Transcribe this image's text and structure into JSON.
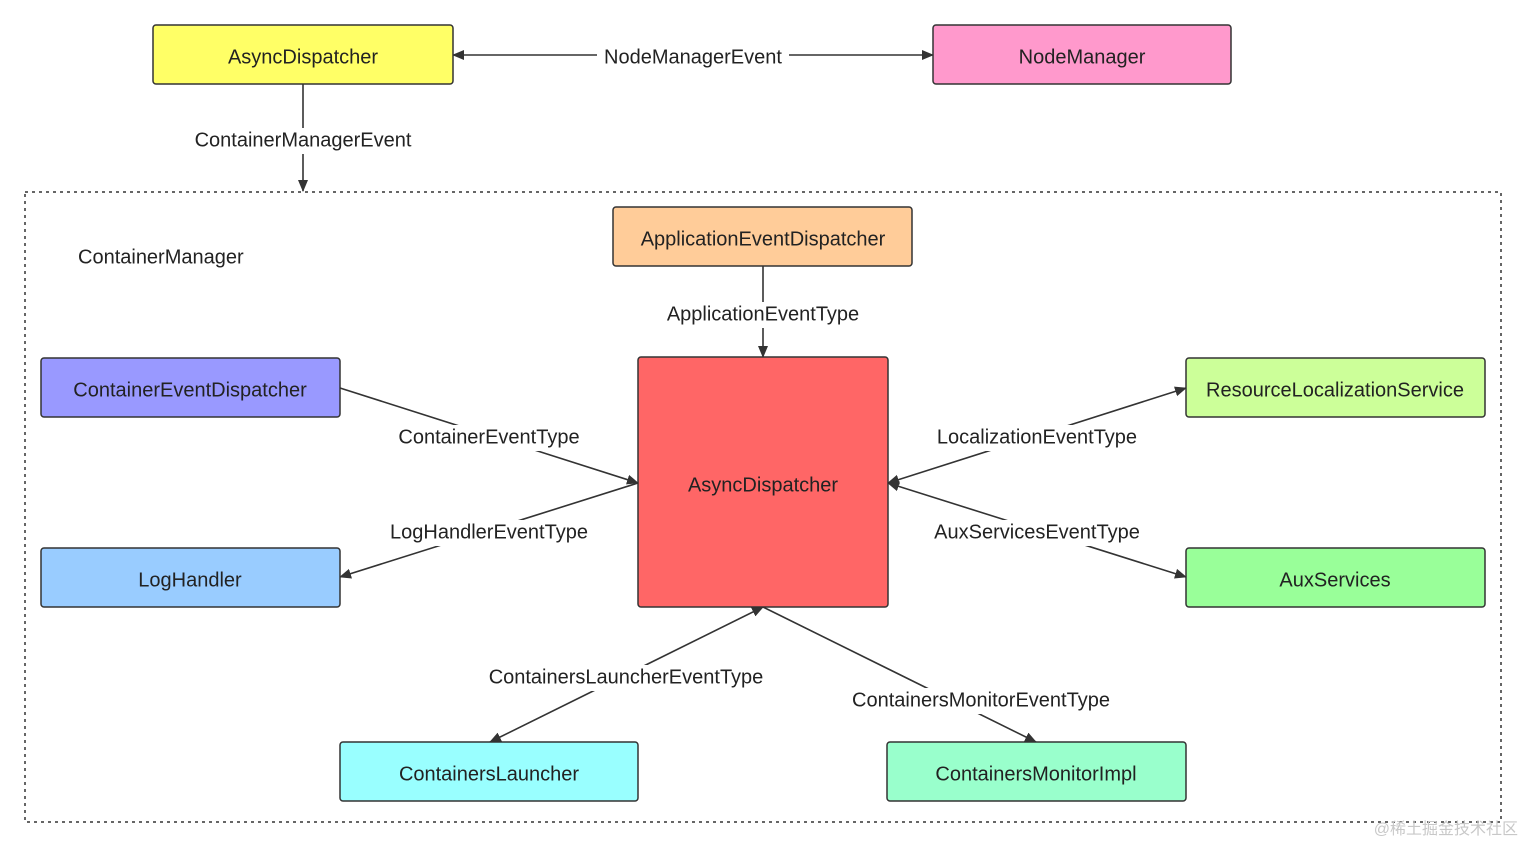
{
  "group": {
    "title": "ContainerManager"
  },
  "nodes": {
    "top_async_dispatcher": {
      "label": "AsyncDispatcher",
      "color": "#ffff66"
    },
    "node_manager": {
      "label": "NodeManager",
      "color": "#ff99cc"
    },
    "application_event_dispatcher": {
      "label": "ApplicationEventDispatcher",
      "color": "#ffcc99"
    },
    "async_dispatcher": {
      "label": "AsyncDispatcher",
      "color": "#ff6666"
    },
    "container_event_dispatcher": {
      "label": "ContainerEventDispatcher",
      "color": "#9999ff"
    },
    "log_handler": {
      "label": "LogHandler",
      "color": "#99ccff"
    },
    "resource_localization_service": {
      "label": "ResourceLocalizationService",
      "color": "#ccff99"
    },
    "aux_services": {
      "label": "AuxServices",
      "color": "#99ff99"
    },
    "containers_launcher": {
      "label": "ContainersLauncher",
      "color": "#99ffff"
    },
    "containers_monitor_impl": {
      "label": "ContainersMonitorImpl",
      "color": "#99ffcc"
    }
  },
  "edges": {
    "node_manager_event": "NodeManagerEvent",
    "container_manager_event": "ContainerManagerEvent",
    "application_event_type": "ApplicationEventType",
    "container_event_type": "ContainerEventType",
    "log_handler_event_type": "LogHandlerEventType",
    "localization_event_type": "LocalizationEventType",
    "aux_services_event_type": "AuxServicesEventType",
    "containers_launcher_event_type": "ContainersLauncherEventType",
    "containers_monitor_event_type": "ContainersMonitorEventType"
  },
  "watermark": "@稀土掘金技术社区"
}
